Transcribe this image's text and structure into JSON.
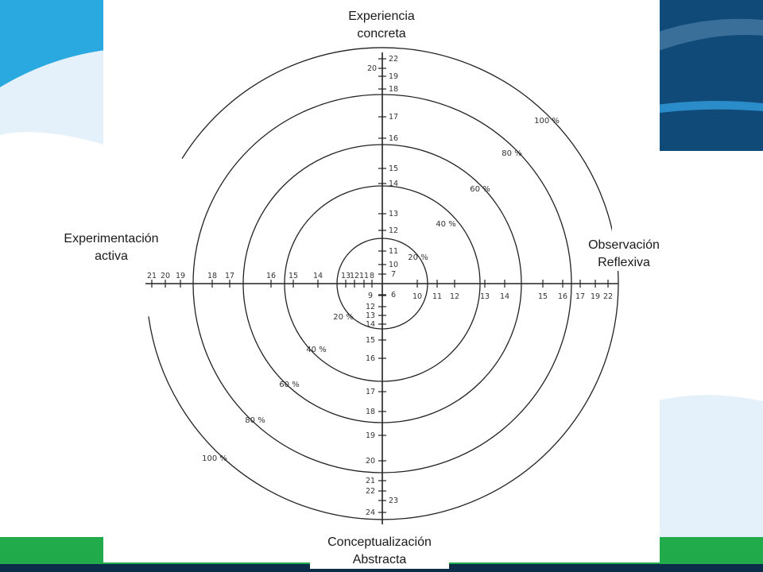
{
  "axes": {
    "top": {
      "line1": "Experiencia",
      "line2": "concreta"
    },
    "bottom": {
      "line1": "Conceptualización",
      "line2": "Abstracta"
    },
    "left": {
      "line1": "Experimentación",
      "line2": "activa"
    },
    "right": {
      "line1": "Observación",
      "line2": "Reflexiva"
    }
  },
  "ring_labels": [
    "20 %",
    "40 %",
    "60 %",
    "80 %",
    "100 %"
  ],
  "scales": {
    "up": [
      "7",
      "10",
      "11",
      "12",
      "13",
      "14",
      "15",
      "16",
      "17",
      "18",
      "19",
      "20",
      "22"
    ],
    "down": [
      "6",
      "9",
      "12",
      "13",
      "14",
      "15",
      "16",
      "17",
      "18",
      "19",
      "20",
      "21",
      "22",
      "23",
      "24"
    ],
    "left": [
      "8",
      "11",
      "12",
      "13",
      "14",
      "15",
      "16",
      "17",
      "18",
      "19",
      "20",
      "21"
    ],
    "right": [
      "10",
      "11",
      "12",
      "13",
      "14",
      "15",
      "16",
      "17",
      "19",
      "22"
    ]
  },
  "colors": {
    "blue_dark": "#0f4a78",
    "blue_light": "#29a9e0",
    "green": "#22ab4a",
    "line": "#222222"
  }
}
